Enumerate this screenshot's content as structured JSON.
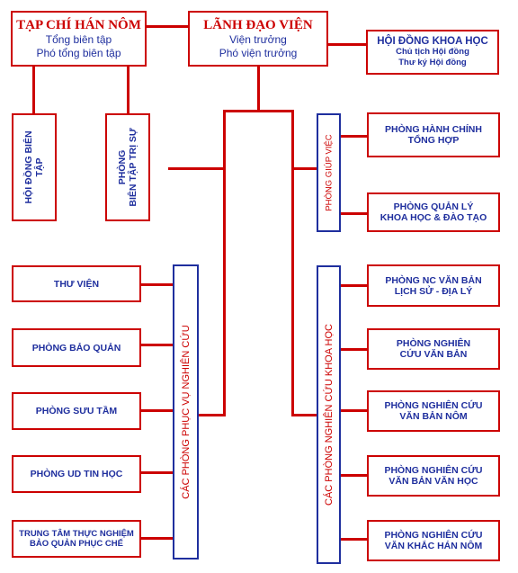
{
  "magazine": {
    "title": "TẠP CHÍ HÁN NÔM",
    "line1": "Tổng biên tập",
    "line2": "Phó tổng biên tập"
  },
  "leadership": {
    "title": "LÃNH ĐẠO VIỆN",
    "line1": "Viện trưởng",
    "line2": "Phó viện trưởng"
  },
  "council": {
    "title": "HỘI ĐỒNG KHOA HỌC",
    "line1": "Chủ tịch Hội đồng",
    "line2": "Thư ký Hội đồng"
  },
  "editorial_board": {
    "line1": "HỘI ĐỒNG BIÊN",
    "line2": "TẬP"
  },
  "editorial_office": {
    "line1": "PHÒNG",
    "line2": "BIÊN TẬP TRỊ SỰ"
  },
  "support_group": {
    "label": "PHÒNG GIÚP VIỆC"
  },
  "service_group": {
    "label": "CÁC PHÒNG PHỤC VỤ NGHIÊN CỨU"
  },
  "research_group": {
    "label": "CÁC PHÒNG NGHIÊN CỨU KHOA HỌC"
  },
  "support_depts": [
    {
      "line1": "PHÒNG HÀNH CHÍNH",
      "line2": "TỔNG HỢP"
    },
    {
      "line1": "PHÒNG QUẢN LÝ",
      "line2": "KHOA HỌC & ĐÀO TẠO"
    }
  ],
  "service_depts": [
    {
      "line1": "THƯ   VIỆN",
      "line2": ""
    },
    {
      "line1": "PHÒNG  BẢO  QUẢN",
      "line2": ""
    },
    {
      "line1": "PHÒNG  SƯU  TẦM",
      "line2": ""
    },
    {
      "line1": "PHÒNG  UD TIN HỌC",
      "line2": ""
    },
    {
      "line1": "TRUNG TÂM THỰC NGHIỆM",
      "line2": "BẢO QUẢN PHỤC CHẾ"
    }
  ],
  "research_depts": [
    {
      "line1": "PHÒNG NC VĂN BẢN",
      "line2": "LỊCH SỬ - ĐỊA LÝ"
    },
    {
      "line1": "PHÒNG   NGHIÊN",
      "line2": "CỨU VĂN BẢN"
    },
    {
      "line1": "PHÒNG  NGHIÊN CỨU",
      "line2": "VĂN  BẢN  NÔM"
    },
    {
      "line1": "PHÒNG NGHIÊN CỨU",
      "line2": "VĂN BẢN VĂN HỌC"
    },
    {
      "line1": "PHÒNG   NGHIÊN CỨU",
      "line2": "VĂN   KHẮC HÁN NÔM"
    }
  ],
  "colors": {
    "accent_red": "#cc0000",
    "accent_blue": "#1f2f9e"
  }
}
